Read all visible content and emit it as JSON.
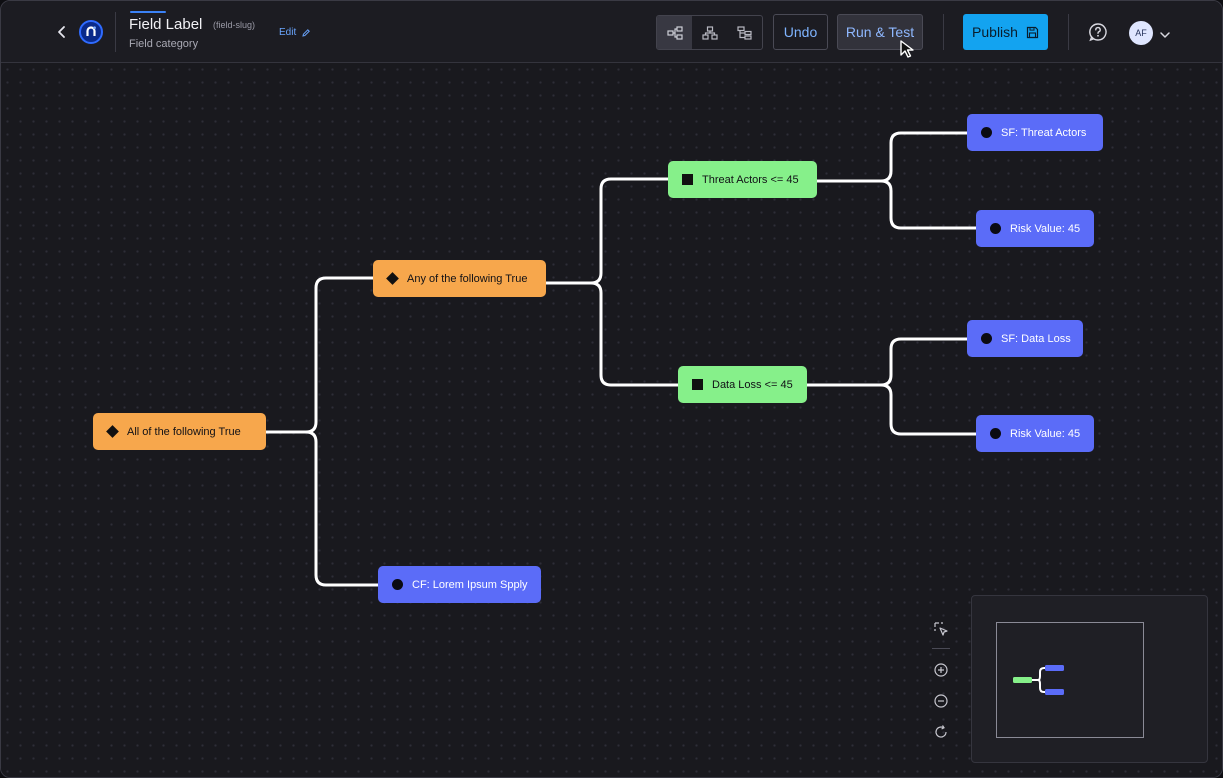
{
  "header": {
    "field_label": "Field Label",
    "field_slug": "(field-slug)",
    "edit_label": "Edit",
    "field_category": "Field category",
    "undo_label": "Undo",
    "run_test_label": "Run & Test",
    "publish_label": "Publish",
    "avatar_initials": "AF",
    "view_modes": [
      "tree-view-icon",
      "hierarchy-view-icon",
      "list-view-icon"
    ],
    "active_view_mode": "tree-view-icon"
  },
  "nodes": {
    "root": "All of the following True",
    "any": "Any of the following True",
    "threat": "Threat Actors <= 45",
    "dataloss": "Data Loss <= 45",
    "sf_threat": "SF: Threat Actors",
    "risk1": "Risk Value: 45",
    "sf_dataloss": "SF: Data Loss",
    "risk2": "Risk Value: 45",
    "cf": "CF: Lorem Ipsum Spply"
  },
  "colors": {
    "condition_all_any": "#f7a74c",
    "condition_compare": "#86f08a",
    "leaf_field": "#5b6cf8",
    "publish": "#13a3f0",
    "connector": "#ffffff"
  },
  "canvas_tools": [
    "select-area-icon",
    "zoom-in-icon",
    "zoom-out-icon",
    "reset-view-icon"
  ]
}
